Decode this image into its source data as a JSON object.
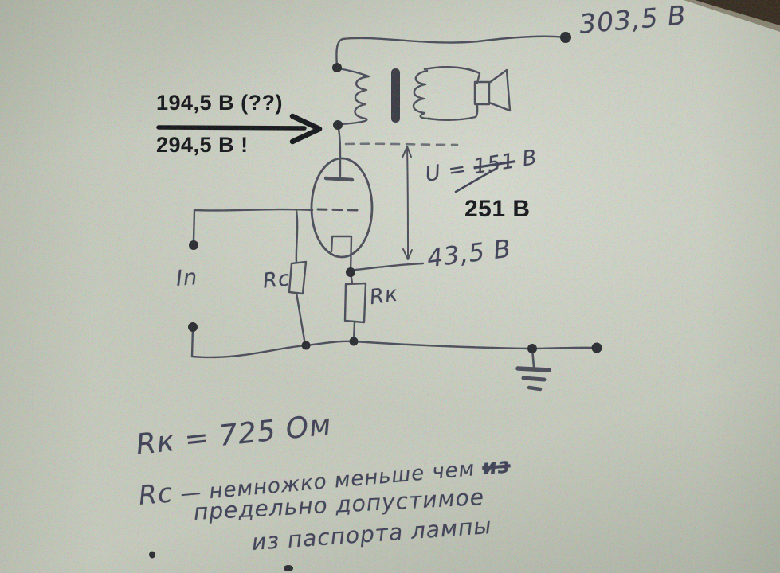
{
  "colors": {
    "paper": "#c7cabe",
    "pen": "#3f3f50",
    "pen_dark": "#26262e",
    "typed_overlay": "#101016",
    "corner_shadow": "#33261b"
  },
  "schematic": {
    "supply_label": "303,5 В",
    "typed_old_anode": "194,5 В (??)",
    "typed_new_anode": "294,5 В !",
    "u_prefix": "U = ",
    "u_struck": "151",
    "u_unit": " В",
    "u_typed_correction": "251 В",
    "cathode_label": "43,5 В",
    "input_label": "In",
    "rc_label": "Rc",
    "rk_label": "Rк"
  },
  "notes": {
    "rk_value": "Rк = 725 Ом",
    "rc_name": "Rc",
    "rc_text": " — немножко меньше чем ",
    "rc_struck": "из",
    "line3": "предельно допустимое",
    "line4": "из паспорта лампы"
  },
  "components": {
    "transformer": "output-transformer",
    "speaker": "speaker",
    "tube": "triode-tube",
    "ground": "ground",
    "arrow": "voltage-measure-arrow"
  }
}
